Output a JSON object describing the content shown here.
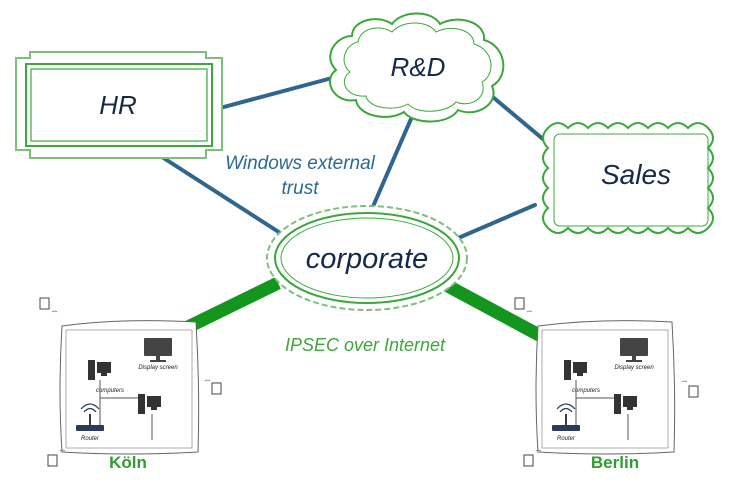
{
  "nodes": {
    "hr": "HR",
    "rnd": "R&D",
    "sales": "Sales",
    "corporate": "corporate"
  },
  "labels": {
    "trust_line1": "Windows external",
    "trust_line2": "trust",
    "ipsec": "IPSEC over Internet"
  },
  "sites": [
    {
      "name": "Köln",
      "devices": {
        "computers": "computers",
        "display": "Display screen",
        "router": "Router"
      }
    },
    {
      "name": "Berlin",
      "devices": {
        "computers": "computers",
        "display": "Display screen",
        "router": "Router"
      }
    }
  ],
  "colors": {
    "trust_link": "#2e6690",
    "ipsec_link": "#14961e",
    "green_outline": "#3aa83a",
    "navy_text": "#16294a"
  }
}
